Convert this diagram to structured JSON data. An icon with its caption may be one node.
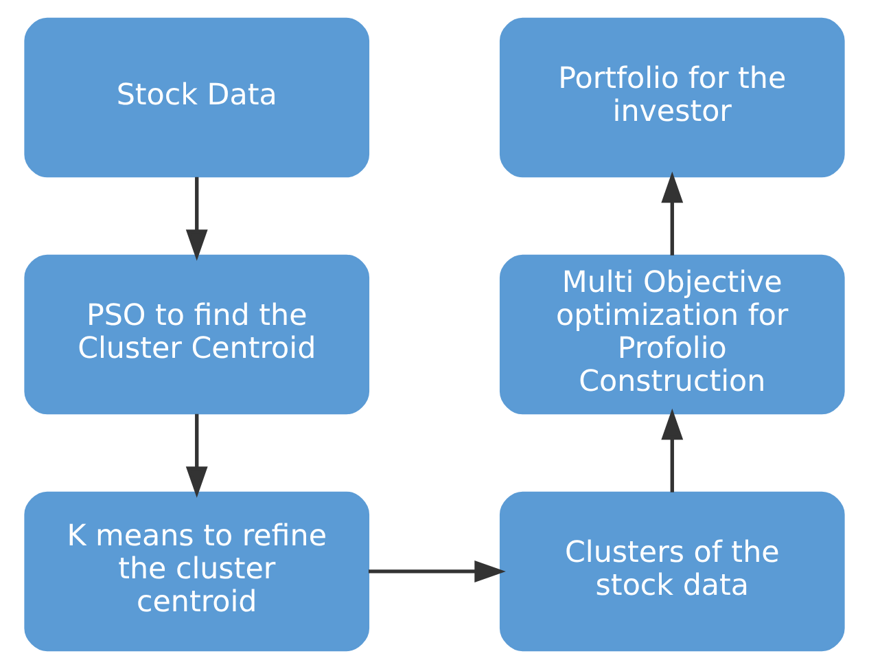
{
  "diagram": {
    "nodes": [
      {
        "text": [
          "Stock Data"
        ]
      },
      {
        "text": [
          "Portfolio for the investor"
        ]
      },
      {
        "text": [
          "PSO to find the Cluster Centroid"
        ]
      },
      {
        "text": [
          "Multi Objective optimization for Profolio Construction"
        ]
      },
      {
        "text": [
          "K means to refine the cluster centroid"
        ]
      },
      {
        "text": [
          "Clusters of the stock data"
        ]
      }
    ],
    "edges": [
      {
        "from": 0,
        "to": 2,
        "arrow": "to"
      },
      {
        "from": 2,
        "to": 4,
        "arrow": "to"
      },
      {
        "from": 4,
        "to": 5,
        "arrow": "to"
      },
      {
        "from": 5,
        "to": 3,
        "arrow": "to"
      },
      {
        "from": 3,
        "to": 1,
        "arrow": "to"
      }
    ]
  }
}
